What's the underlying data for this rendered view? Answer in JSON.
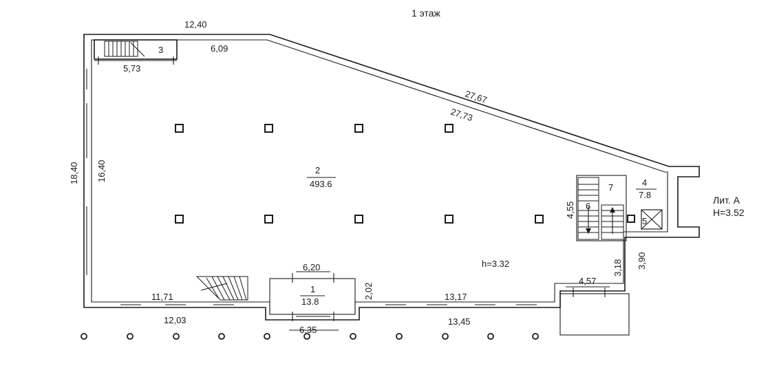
{
  "floor_title": "1 этаж",
  "building": {
    "letter": "Лит. А",
    "height": "H=3.52"
  },
  "ceiling_height": "h=3.32",
  "rooms": [
    {
      "number": "1",
      "area": "13.8"
    },
    {
      "number": "2",
      "area": "493.6"
    },
    {
      "number": "3"
    },
    {
      "number": "4",
      "area": "7.8"
    },
    {
      "number": "5"
    },
    {
      "number": "6"
    },
    {
      "number": "7"
    }
  ],
  "dimensions": {
    "top_outer": "12,40",
    "top_inner": "6,09",
    "room3_width": "5,73",
    "diagonal_outer": "27,67",
    "diagonal_inner": "27,73",
    "left_outer": "18,40",
    "left_inner": "16,40",
    "bottom_left_inner": "11,71",
    "bottom_left_outer": "12,03",
    "room1_top": "6,20",
    "room1_bottom": "6,35",
    "room1_side": "2,02",
    "bottom_right_inner": "13,17",
    "bottom_right_outer": "13,45",
    "annex_width": "4,57",
    "right_inner": "3,18",
    "right_outer": "3,90",
    "stair_height": "4,55"
  }
}
